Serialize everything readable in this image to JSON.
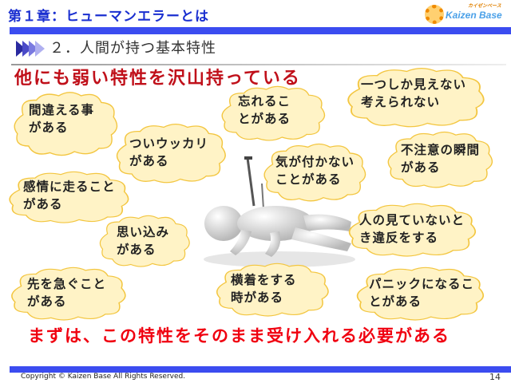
{
  "header": {
    "chapter": "第１章：ヒューマンエラーとは",
    "logo_sub": "カイゼンベース",
    "logo_main": "Kaizen Base",
    "accent": "#3b4cf0"
  },
  "section": {
    "title": "２．人間が持つ基本特性"
  },
  "headline": "他にも弱い特性を沢山持っている",
  "clouds": [
    {
      "line1": "間違える事",
      "line2": "がある"
    },
    {
      "line1": "忘れるこ",
      "line2": "とがある"
    },
    {
      "line1": "一つしか見えない",
      "line2": "考えられない"
    },
    {
      "line1": "ついウッカリ",
      "line2": "がある"
    },
    {
      "line1": "気が付かない",
      "line2": "ことがある"
    },
    {
      "line1": "不注意の瞬間",
      "line2": "がある"
    },
    {
      "line1": "感情に走ること",
      "line2": "がある"
    },
    {
      "line1": "思い込み",
      "line2": "がある"
    },
    {
      "line1": "人の見ていないと",
      "line2": "き違反をする"
    },
    {
      "line1": "先を急ぐこと",
      "line2": "がある"
    },
    {
      "line1": "横着をする",
      "line2": "時がある"
    },
    {
      "line1": "パニックになるこ",
      "line2": "とがある"
    }
  ],
  "conclusion": "まずは、この特性をそのまま受け入れる必要がある",
  "footer": {
    "copyright": "Copyright ©  Kaizen Base  All Rights Reserved.",
    "page": "14"
  },
  "colors": {
    "cloud_fill": "#fff3c6",
    "cloud_stroke": "#f3c640",
    "headline": "#c0101a",
    "conclusion": "#f00010"
  }
}
